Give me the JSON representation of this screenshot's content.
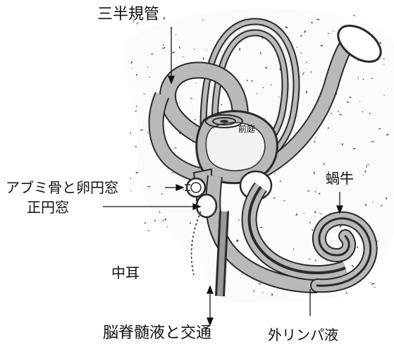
{
  "labels": {
    "semicircular_canals": "三半規管",
    "vestibule": "前庭",
    "stapes_oval_window": "アブミ骨と卵円窓",
    "round_window": "正円窓",
    "middle_ear": "中耳",
    "cochlea": "蝸牛",
    "csf_communication": "脳脊髄液と交通",
    "perilymph": "外リンパ液"
  },
  "colors": {
    "bone_outline": "#2a2a2a",
    "perilymph_fill": "#b9b9b9",
    "membranous_fill": "#f2f2f2",
    "speckle": "#555555"
  }
}
